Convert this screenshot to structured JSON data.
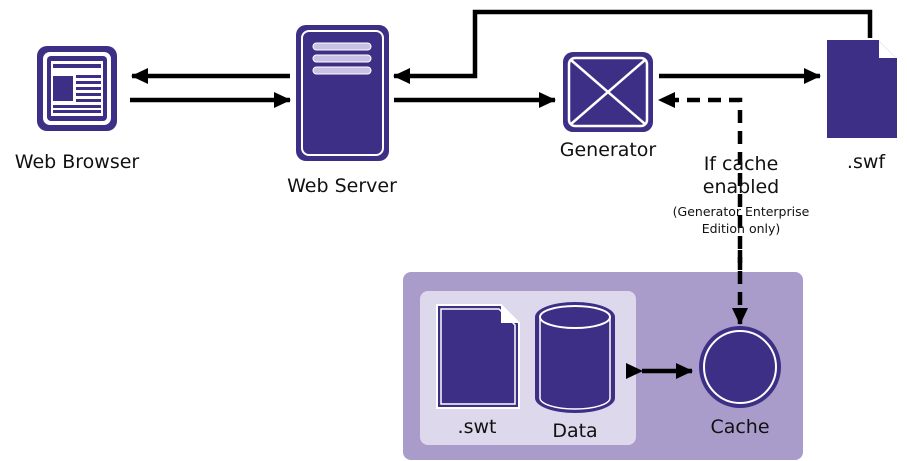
{
  "colors": {
    "node_fill": "#3d2f86",
    "node_stroke": "#2b1f6b",
    "panel_outer": "#a99ccb",
    "panel_inner": "#ddd8ec",
    "arrow": "#000000",
    "background": "#ffffff"
  },
  "nodes": {
    "web_browser": {
      "label": "Web Browser",
      "icon": "browser-icon"
    },
    "web_server": {
      "label": "Web Server",
      "icon": "server-icon"
    },
    "generator": {
      "label": "Generator",
      "icon": "generator-icon"
    },
    "swf": {
      "label": ".swf",
      "icon": "file-icon"
    },
    "swt": {
      "label": ".swt",
      "icon": "file-icon"
    },
    "data": {
      "label": "Data",
      "icon": "database-icon"
    },
    "cache": {
      "label": "Cache",
      "icon": "circle-icon"
    }
  },
  "cache_note": {
    "line1": "If cache",
    "line2": "enabled",
    "line3": "(Generator Enterprise",
    "line4": "Edition only)"
  }
}
